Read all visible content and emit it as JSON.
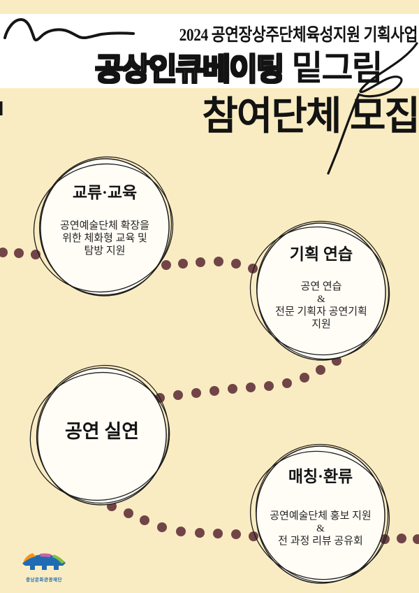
{
  "header": {
    "program_title": "2024 공연장상주단체육성지원 기획사업",
    "title_outline": "공상인큐베이팅",
    "title_solid": "밑그림",
    "subtitle": "참여단체 모집"
  },
  "stages": [
    {
      "title": "교류·교육",
      "body": [
        "공연예술단체 확장을",
        "위한 체화형 교육 및",
        "탐방 지원"
      ]
    },
    {
      "title": "기획 연습",
      "body": [
        "공연 연습",
        "&",
        "전문 기획자 공연기획",
        "지원"
      ]
    },
    {
      "title": "공연 실연",
      "body": []
    },
    {
      "title": "매칭·환류",
      "body": [
        "공연예술단체 홍보 지원",
        "&",
        "전 과정 리뷰 공유회"
      ]
    }
  ],
  "footer": {
    "logo_text": "충남문화관광재단"
  },
  "colors": {
    "background": "#faecc2",
    "band": "#ffffff",
    "ink": "#171717",
    "dot": "#714547",
    "logo_blue": "#1f6cb4",
    "logo_orange": "#f5941d",
    "logo_pink": "#c963a2",
    "logo_green": "#7fbf42"
  }
}
